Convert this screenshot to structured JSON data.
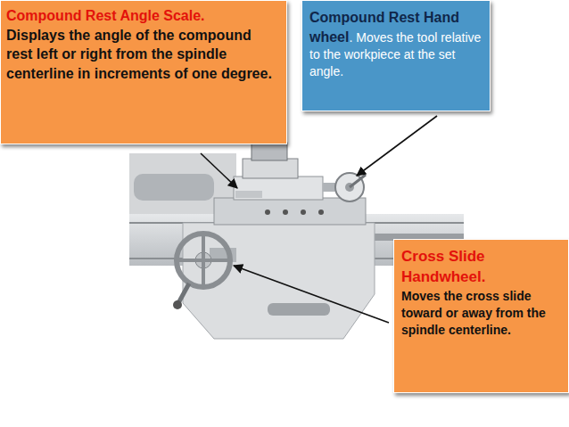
{
  "diagram": {
    "nodes": [
      {
        "text": [
          "Compound Rest Angle Scale.",
          "Displays the angle of the compound rest left or right from the spindle centerline in increments of one degree."
        ]
      },
      {
        "text": [
          "Compound Rest Hand wheel",
          ". Moves the tool relative to the workpiece at the set angle."
        ]
      },
      {
        "text": [
          "Cross Slide Handwheel.",
          "Moves the cross slide toward or away from the spindle centerline."
        ]
      }
    ]
  }
}
